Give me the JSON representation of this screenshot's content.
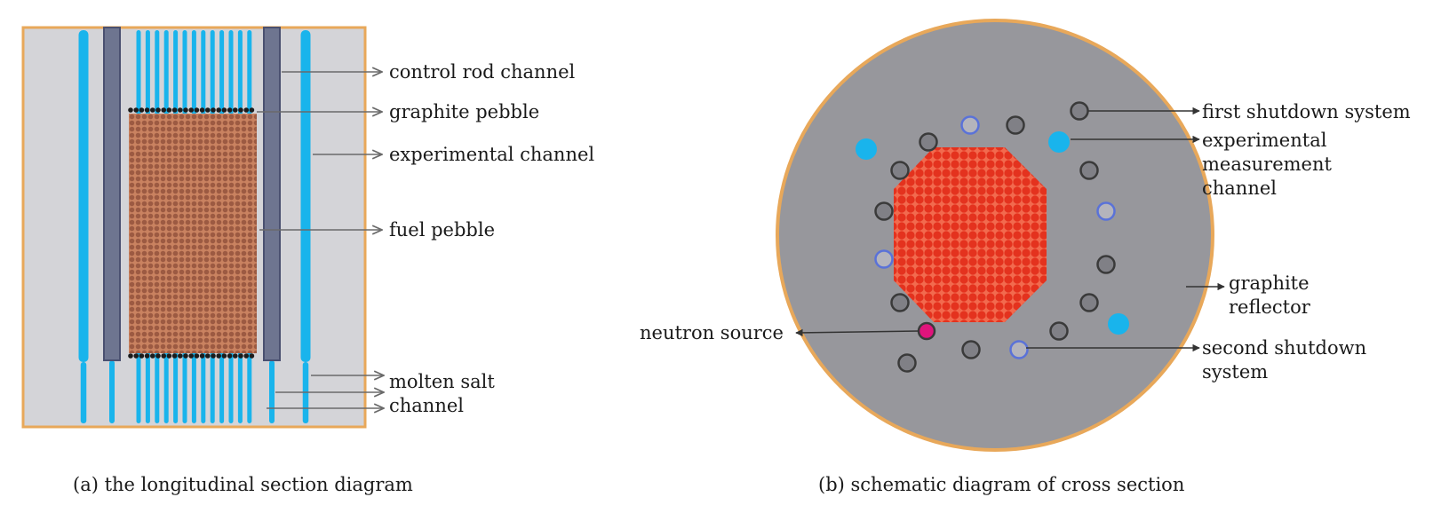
{
  "figure_a": {
    "caption": "(a) the longitudinal section diagram",
    "labels": {
      "control_rod": "control rod channel",
      "graphite_pebble": "graphite pebble",
      "experimental": "experimental channel",
      "fuel_pebble": "fuel pebble",
      "molten_salt_line1": "molten salt",
      "molten_salt_line2": "channel"
    }
  },
  "figure_b": {
    "caption": "(b) schematic diagram of cross section",
    "labels": {
      "first_shutdown": "first shutdown system",
      "experimental_1": "experimental",
      "experimental_2": "measurement",
      "experimental_3": "channel",
      "graphite_1": "graphite",
      "graphite_2": "reflector",
      "neutron_source": "neutron source",
      "second_shutdown_1": "second shutdown",
      "second_shutdown_2": "system"
    }
  },
  "colors": {
    "vessel_border": "#e8a85a",
    "section_fill": "#d4d4d8",
    "channel_blue": "#19b4ec",
    "control_rod": "#6e7590",
    "fuel_brown": "#b86a4a",
    "graphite_black": "#1c1c1c",
    "cross_fill": "#97979c",
    "fuel_red": "#e8301c",
    "shutdown_hole": "#808086",
    "second_ring": "#5a72d8",
    "neutron_pink": "#e0147c",
    "arrow": "#6a6a6a"
  }
}
